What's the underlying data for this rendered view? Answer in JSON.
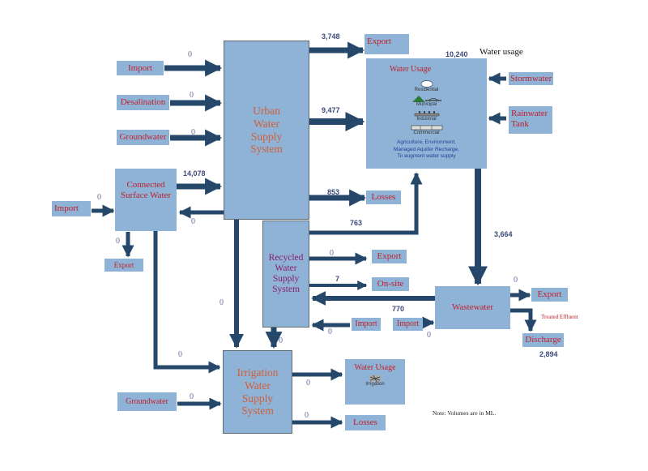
{
  "nodes": {
    "urban": [
      "Urban",
      "Water",
      "Supply",
      "System"
    ],
    "recycled": [
      "Recycled",
      "Water",
      "Supply",
      "System"
    ],
    "irrigation": [
      "Irrigation",
      "Water",
      "Supply",
      "System"
    ],
    "connected": [
      "Connected",
      "Surface Water"
    ],
    "wastewater": "Wastewater",
    "import_top": "Import",
    "desalination": "Desalination",
    "groundwater_top": "Groundwater",
    "import_left": "Import",
    "export_csw": "Export",
    "export_top": "Export",
    "stormwater": "Stormwater",
    "rainwater": [
      "Rainwater",
      "Tank"
    ],
    "losses_urban": "Losses",
    "export_recycled": "Export",
    "onsite": "On-site",
    "import_recycled": "Import",
    "import_ww": "Import",
    "export_ww": "Export",
    "discharge": "Discharge",
    "groundwater_bottom": "Groundwater",
    "losses_irr": "Losses",
    "water_usage_irr": "Water Usage",
    "irrigation_icon_label": "Irrigation"
  },
  "water_usage": {
    "title": "Water Usage",
    "heading": "Water usage",
    "total": "10,240",
    "categories": [
      "Residential",
      "Municipal",
      "Industrial",
      "Commercial"
    ],
    "description": [
      "Agriculture, Environment,",
      "Managed Aquifer Recharge,",
      "To augment water supply"
    ]
  },
  "flows": {
    "import_to_urban": "0",
    "desal_to_urban": "0",
    "gw_to_urban": "0",
    "csw_to_urban": "14,078",
    "urban_to_csw": "0",
    "import_to_csw": "0",
    "csw_export": "0",
    "urban_export": "3,748",
    "urban_to_usage": "9,477",
    "urban_losses": "853",
    "recycled_to_usage": "763",
    "usage_to_ww": "3,664",
    "recycled_export": "0",
    "recycled_onsite": "7",
    "ww_to_recycled": "770",
    "import_to_recycled": "0",
    "import_to_ww": "0",
    "ww_export": "0",
    "ww_discharge": "2,894",
    "treated_effluent": "Treated Effluent",
    "urban_to_irr": "0",
    "csw_to_irr": "0",
    "recycled_to_irr": "0",
    "gw_to_irr": "0",
    "irr_usage": "0",
    "irr_losses": "0"
  },
  "note": "Note: Volumes are in ML.",
  "colors": {
    "box": "#8fb3d6",
    "arrow": "#24476a",
    "label_red": "#c0202b",
    "main_text": "#d0603a",
    "recycled_text": "#8a1d6a"
  }
}
